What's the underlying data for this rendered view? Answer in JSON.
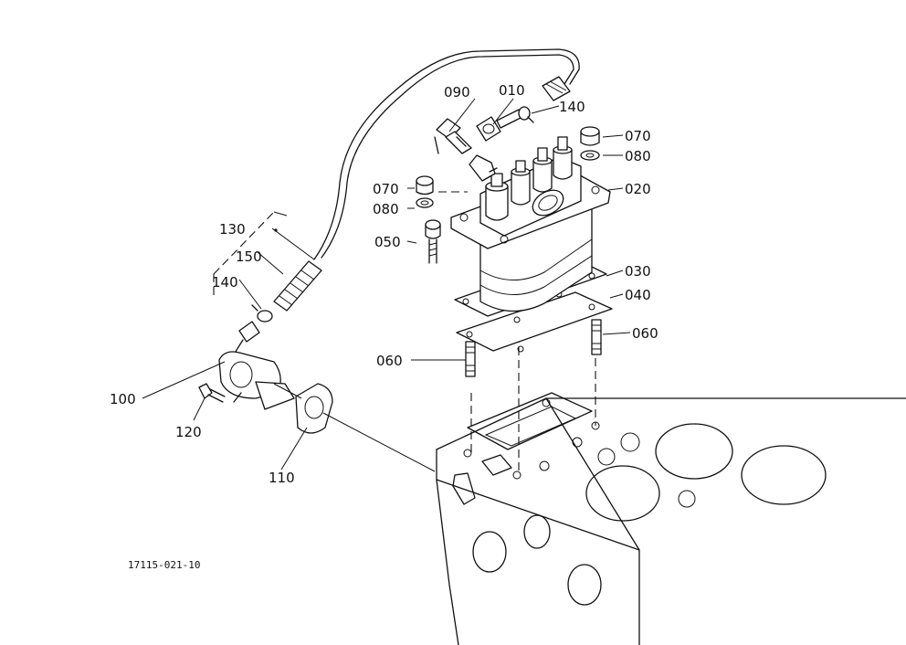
{
  "drawing_code": "17115-021-10",
  "part_labels": {
    "p010": "010",
    "p020": "020",
    "p030": "030",
    "p040": "040",
    "p050": "050",
    "p060a": "060",
    "p060b": "060",
    "p070a": "070",
    "p070b": "070",
    "p080a": "080",
    "p080b": "080",
    "p090": "090",
    "p100": "100",
    "p110": "110",
    "p120": "120",
    "p130": "130",
    "p140a": "140",
    "p140b": "140",
    "p150": "150"
  }
}
